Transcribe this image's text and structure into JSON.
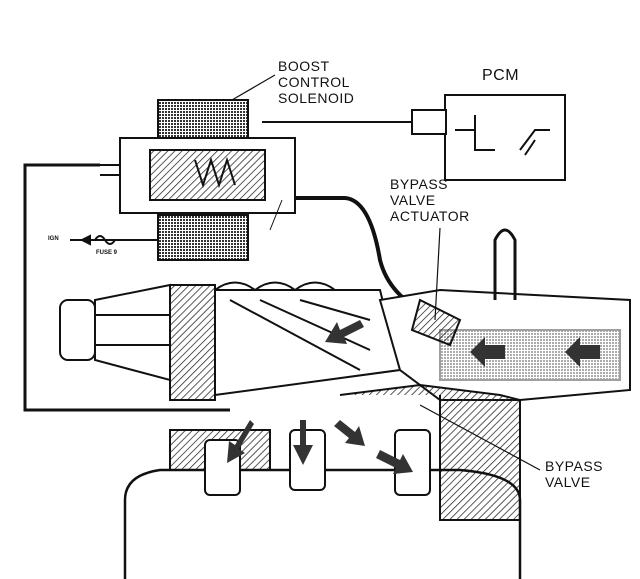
{
  "labels": {
    "boost_control_solenoid": [
      "BOOST",
      "CONTROL",
      "SOLENOID"
    ],
    "pcm": "PCM",
    "bypass_valve_actuator": [
      "BYPASS",
      "VALVE",
      "ACTUATOR"
    ],
    "bypass_valve": [
      "BYPASS",
      "VALVE"
    ],
    "ign": "IGN",
    "fuse": "FUSE 9"
  }
}
